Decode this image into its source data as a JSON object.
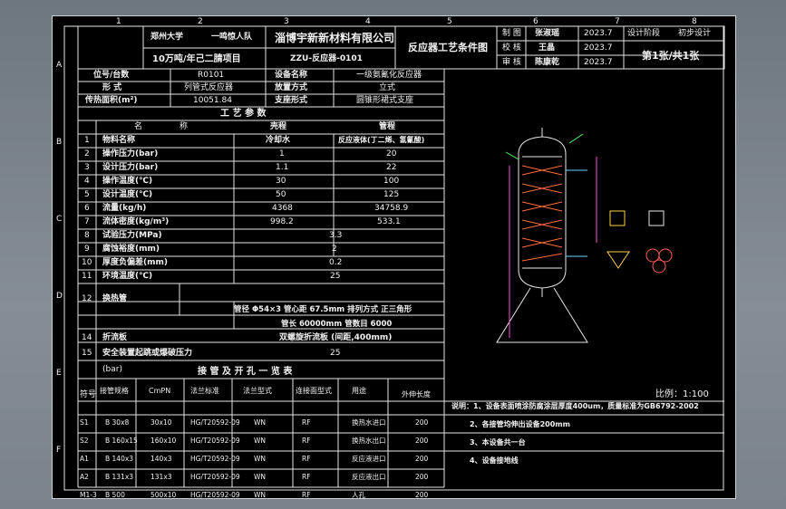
{
  "frame": {
    "cols": [
      "1",
      "2",
      "3",
      "4",
      "5",
      "6",
      "7",
      "8"
    ],
    "rows": [
      "A",
      "B",
      "C",
      "D",
      "E",
      "F"
    ]
  },
  "title_block": {
    "university": "郑州大学",
    "team": "一鸣惊人队",
    "company": "淄博宇新新材料有限公司",
    "project": "10万吨/年己二腈项目",
    "drawing_no": "ZZU-反应器-0101",
    "drawing_name": "反应器工艺条件图",
    "roles": [
      {
        "role": "制 图",
        "name": "张淑瑶",
        "date": "2023.7"
      },
      {
        "role": "校 核",
        "name": "王晶",
        "date": "2023.7"
      },
      {
        "role": "审 核",
        "name": "陈康乾",
        "date": "2023.7"
      }
    ],
    "stage_label": "设计阶段",
    "stage_value": "初步设计",
    "sheet": "第1张/共1张"
  },
  "equipment": {
    "r1": [
      "位号/台数",
      "R0101",
      "设备名称",
      "一级氨氰化反应器"
    ],
    "r2": [
      "形 式",
      "列管式反应器",
      "放置方式",
      "立式"
    ],
    "r3": [
      "传热面积(m²)",
      "10051.84",
      "支座形式",
      "圆锥形裙式支座"
    ]
  },
  "process": {
    "title": "工 艺 参 数",
    "headers": [
      "名",
      "称",
      "壳程",
      "管程"
    ],
    "rows": [
      [
        "1",
        "物料名称",
        "冷却水",
        "反应液体(丁二烯、氢氰酸)"
      ],
      [
        "2",
        "操作压力(bar)",
        "1",
        "20"
      ],
      [
        "3",
        "设计压力(bar)",
        "1.1",
        "22"
      ],
      [
        "4",
        "操作温度(℃)",
        "30",
        "100"
      ],
      [
        "5",
        "设计温度(℃)",
        "50",
        "125"
      ],
      [
        "6",
        "流量(kg/h)",
        "4368",
        "34758.9"
      ],
      [
        "7",
        "流体密度(kg/m³)",
        "998.2",
        "533.1"
      ],
      [
        "8",
        "试验压力(MPa)",
        "3.3"
      ],
      [
        "9",
        "腐蚀裕度(mm)",
        "2"
      ],
      [
        "10",
        "厚度负偏差(mm)",
        "0.2"
      ],
      [
        "11",
        "环境温度(℃)",
        "25"
      ]
    ],
    "tube_row": {
      "no": "12",
      "name": "换热管",
      "line1": "管径 Φ54×3    管心距 67.5mm    排列方式 正三角形",
      "line2": "管长 60000mm    管数目 6000"
    },
    "baffle": [
      "14",
      "折流板",
      "双螺旋折流板  (间距,400mm)"
    ],
    "safety": [
      "15",
      "安全装置起跳或爆破压力",
      "25"
    ],
    "unit": "(bar)"
  },
  "nozzle_table": {
    "title": "接 管 及 开 孔 一 览 表",
    "headers": [
      "符号",
      "接管规格",
      "CmPN",
      "法兰标准",
      "法兰型式",
      "连接面型式",
      "用途",
      "外伸长度"
    ],
    "rows": [
      [
        "S1",
        "B 30x8",
        "30x10",
        "HG/T20592-09",
        "WN",
        "RF",
        "换热水进口",
        "200"
      ],
      [
        "S2",
        "B 160x15",
        "160x10",
        "HG/T20592-09",
        "WN",
        "RF",
        "换热水出口",
        "200"
      ],
      [
        "A1",
        "B 140x3",
        "140x3",
        "HG/T20592-09",
        "WN",
        "RF",
        "反应液进口",
        "200"
      ],
      [
        "A2",
        "B 131x3",
        "131x3",
        "HG/T20592-09",
        "WN",
        "RF",
        "反应液出口",
        "200"
      ],
      [
        "M1-3",
        "B 500",
        "500x10",
        "HG/T20592-09",
        "WN",
        "RF",
        "人孔",
        "200"
      ]
    ]
  },
  "notes": [
    "说明：1、设备表面喷涂防腐涂层厚度400um，质量标准为GB6792-2002",
    "2、各接管均伸出设备200mm",
    "3、本设备共一台",
    "4、设备接地线"
  ],
  "scale": "比例：1:100"
}
